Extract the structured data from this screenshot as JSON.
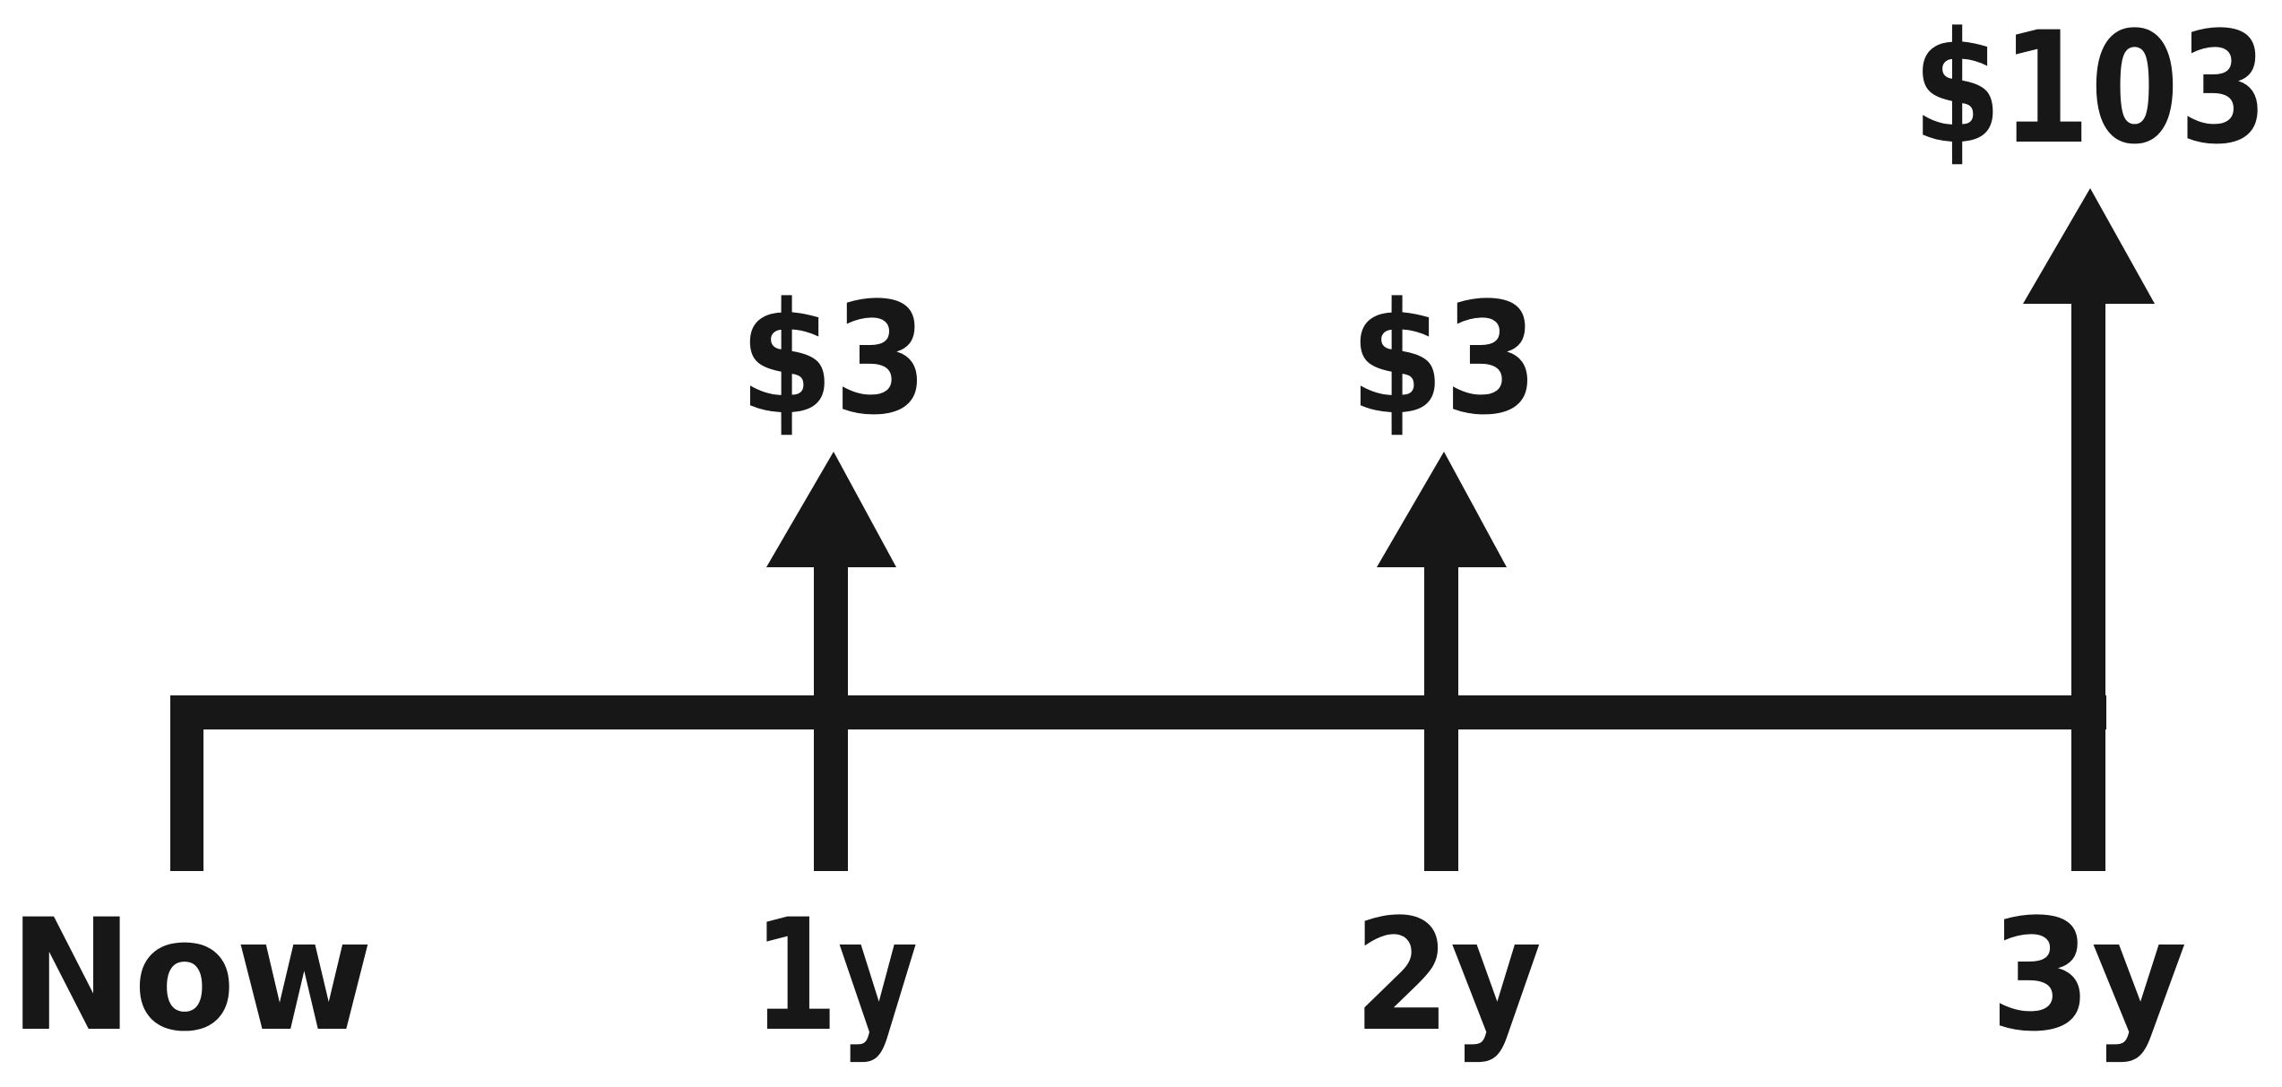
{
  "colors": {
    "ink": "#161716",
    "background": "#ffffff"
  },
  "timeline": {
    "periods": [
      {
        "label": "Now",
        "cash_flow": null
      },
      {
        "label": "1y",
        "cash_flow": 3,
        "cash_flow_label": "$3"
      },
      {
        "label": "2y",
        "cash_flow": 3,
        "cash_flow_label": "$3"
      },
      {
        "label": "3y",
        "cash_flow": 103,
        "cash_flow_label": "$103"
      }
    ]
  }
}
